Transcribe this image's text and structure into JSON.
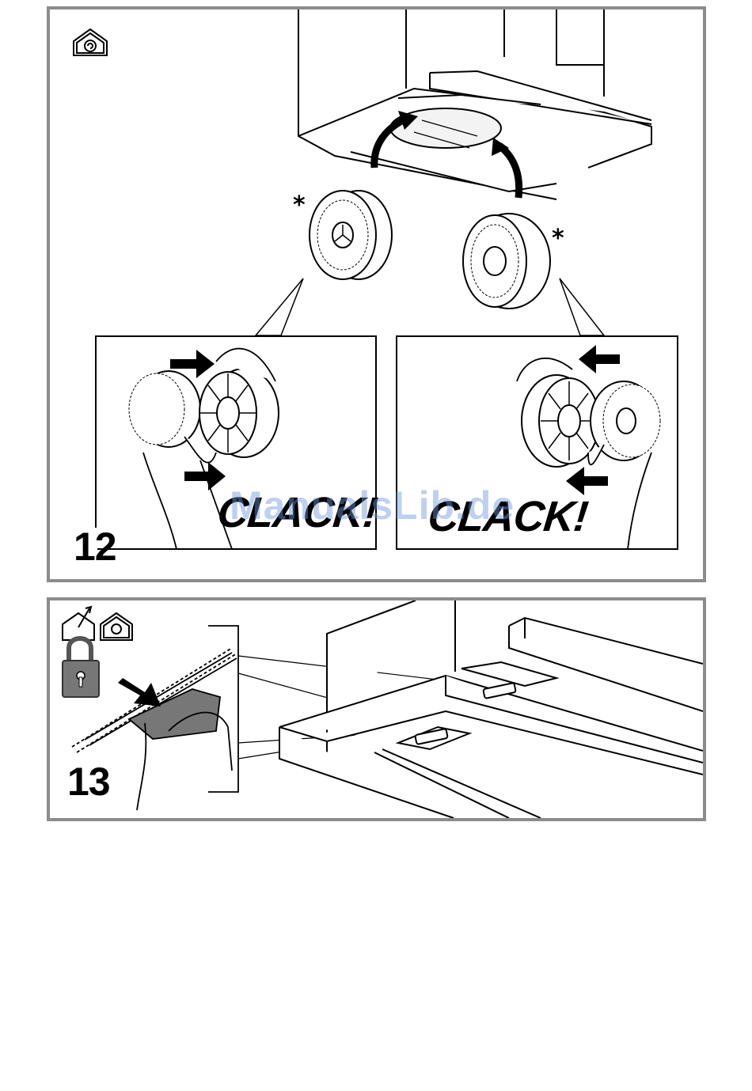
{
  "panels": {
    "step12": {
      "number": "12",
      "clack_left": "CLACK!",
      "clack_right": "CLACK!",
      "asterisk_left": "*",
      "asterisk_right": "*"
    },
    "step13": {
      "number": "13"
    }
  },
  "icons": {
    "recirculation": "house-recirculation-icon",
    "extraction": "house-extraction-icon",
    "lock": "padlock-icon"
  },
  "watermark": "ManualsLib.de",
  "colors": {
    "border": "#8c8c8c",
    "ink": "#000000",
    "watermark": "#6e96dc"
  }
}
